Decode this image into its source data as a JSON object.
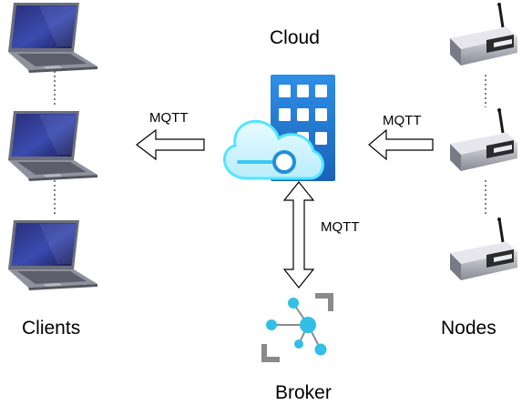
{
  "labels": {
    "cloud": "Cloud",
    "clients": "Clients",
    "nodes": "Nodes",
    "broker": "Broker",
    "mqtt_left": "MQTT",
    "mqtt_right": "MQTT",
    "mqtt_vertical": "MQTT"
  },
  "icons": {
    "client": "laptop-icon",
    "node": "wireless-router-icon",
    "cloud": "azure-cloud-building-icon",
    "broker": "event-grid-broker-icon"
  },
  "colors": {
    "azure_blue": "#1f7fd6",
    "azure_cyan": "#50e6ff",
    "broker_cyan": "#32bfe6",
    "broker_gray": "#8a8a8a",
    "arrow_stroke": "#000000"
  }
}
